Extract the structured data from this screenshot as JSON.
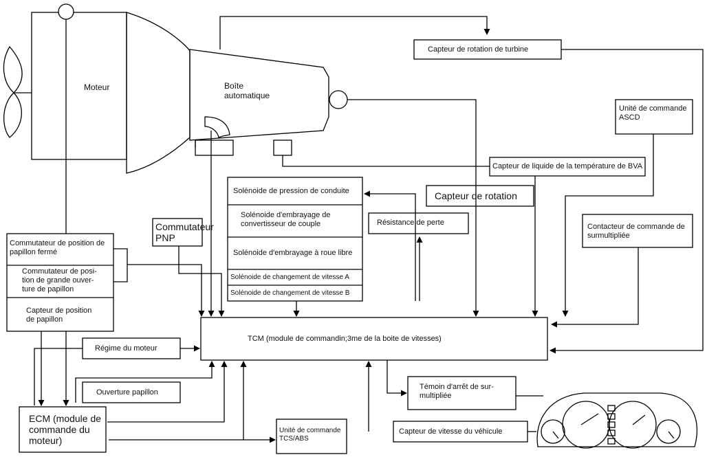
{
  "engine": "Moteur",
  "transmission": "Boîte\nautomatique",
  "turbine_sensor": "Capteur de rotation de turbine",
  "ascd_unit": "Unité de commande\nASCD",
  "fluid_temp_sensor": "Capteur de liquide de la température de BVA",
  "rotation_sensor": "Capteur de rotation",
  "line_pressure_solenoid": "Solénoide de pression de conduite",
  "torque_converter_solenoid": "Solénoide d'embrayage de\nconvertisseur de couple",
  "freewheel_solenoid": "Solénoide d'embrayage à roue libre",
  "shift_solenoid_a": "Solénoide de changement de vitesse A",
  "shift_solenoid_b": "Solénoide de changement de vitesse B",
  "resistor": "Résistance de perte",
  "pnp_switch": "Commutateur\nPNP",
  "overdrive_switch": "Contacteur de commande de\nsurmultipliée",
  "closed_throttle_switch": "Commutateur de position de\npapillon fermé",
  "wide_open_throttle_switch": "Commutateur de posi-\ntion de grande ouver-\nture de papillon",
  "throttle_position_sensor": "Capteur de position\nde papillon",
  "engine_speed": "Régime du moteur",
  "tcm": "TCM (module de commandin;3me de la boite de vitesses)",
  "throttle_opening": "Ouverture papillon",
  "overdrive_lamp": "Témoin d'arrêt de sur-\nmultipliée",
  "ecm": "ECM (module de\ncommande du\nmoteur)",
  "tcs_abs_unit": "Unité de commande\nTCS/ABS",
  "vehicle_speed_sensor": "Capteur de vitesse du véhicule"
}
